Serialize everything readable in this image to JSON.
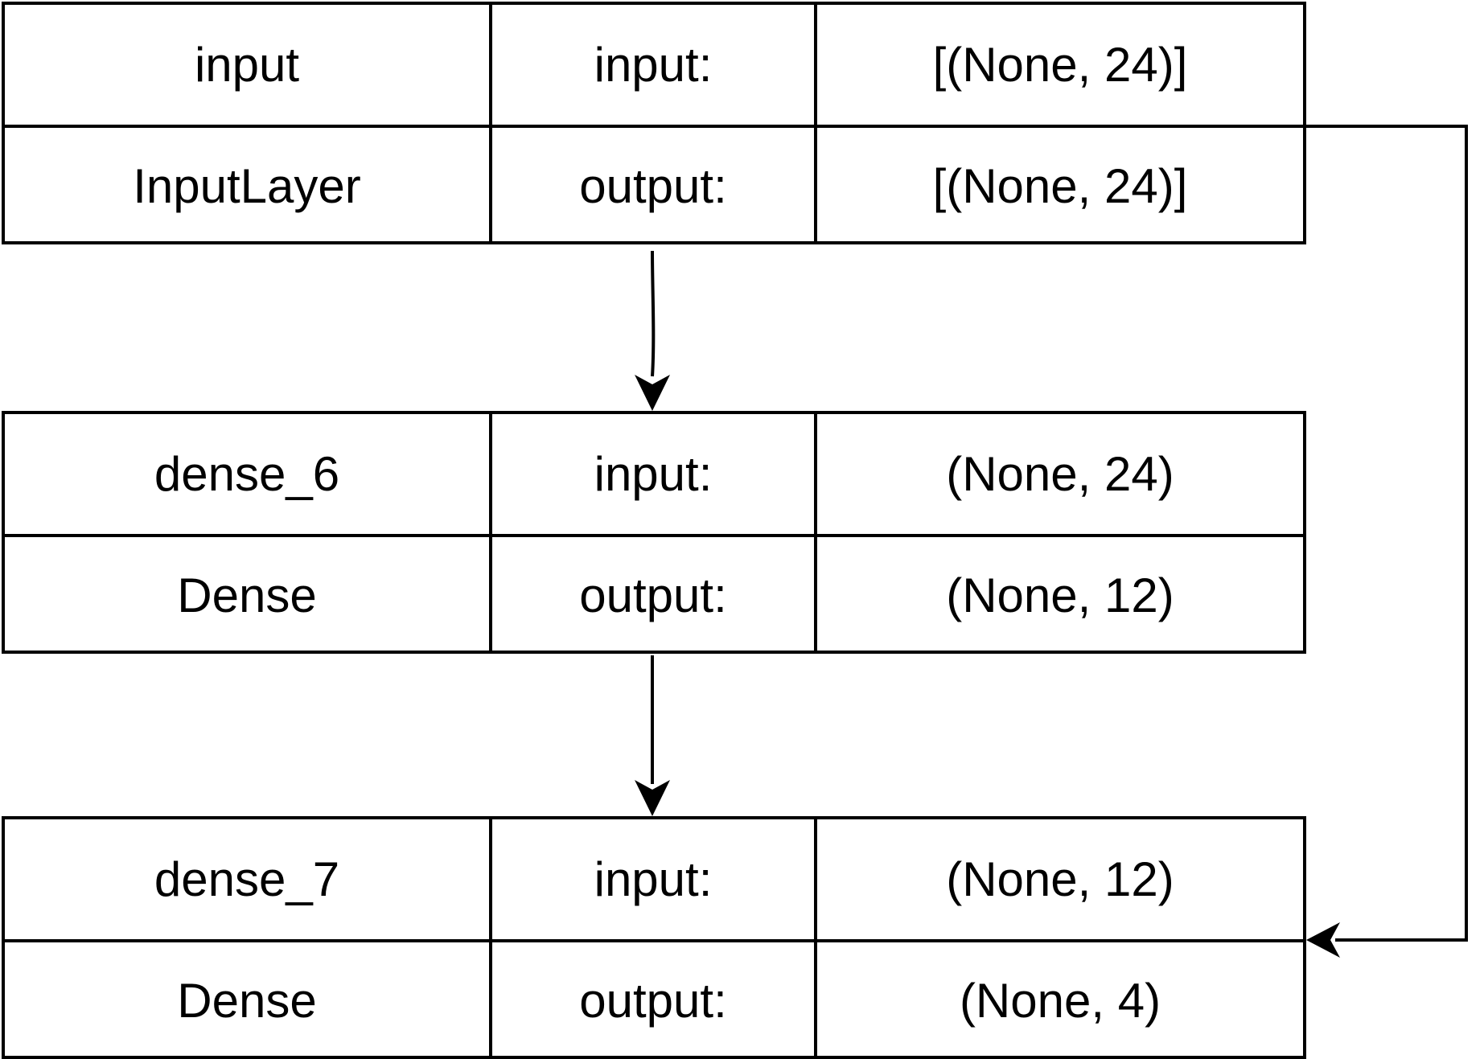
{
  "nodes": [
    {
      "name": "input",
      "type": "InputLayer",
      "input_label": "input:",
      "input_shape": "[(None, 24)]",
      "output_label": "output:",
      "output_shape": "[(None, 24)]"
    },
    {
      "name": "dense_6",
      "type": "Dense",
      "input_label": "input:",
      "input_shape": "(None, 24)",
      "output_label": "output:",
      "output_shape": "(None, 12)"
    },
    {
      "name": "dense_7",
      "type": "Dense",
      "input_label": "input:",
      "input_shape": "(None, 12)",
      "output_label": "output:",
      "output_shape": "(None, 4)"
    }
  ],
  "edges": [
    {
      "from": "input",
      "to": "dense_6"
    },
    {
      "from": "dense_6",
      "to": "dense_7"
    },
    {
      "from": "input",
      "to": "dense_7"
    }
  ],
  "colors": {
    "line": "#000000",
    "background": "#ffffff"
  }
}
